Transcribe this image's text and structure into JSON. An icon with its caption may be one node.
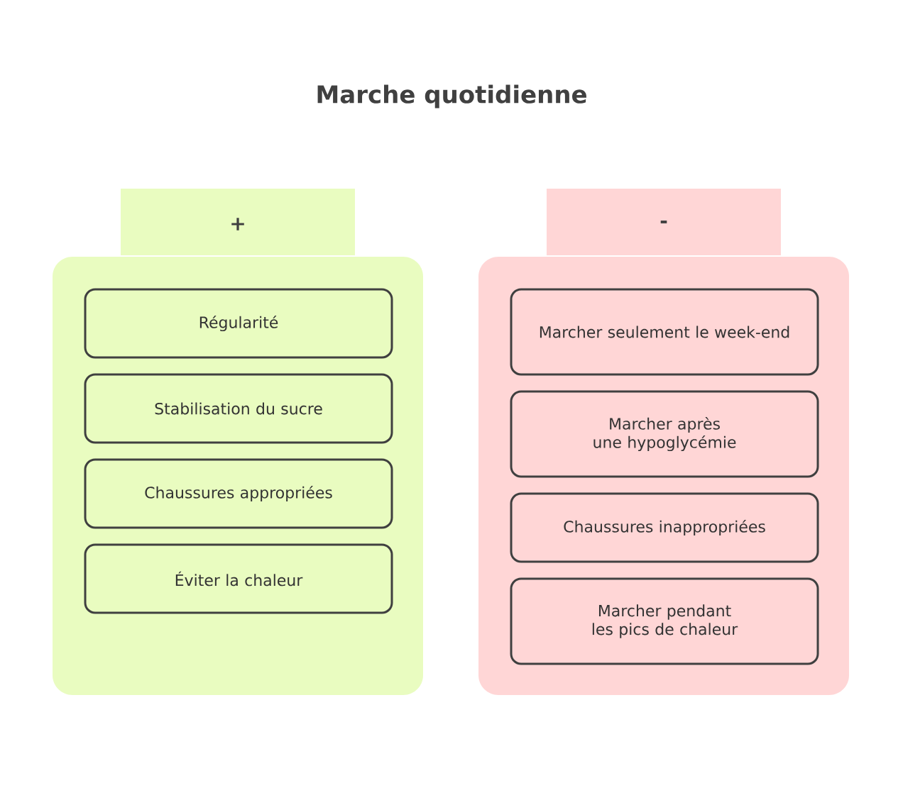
{
  "diagram": {
    "title": "Marche quotidienne",
    "nodes": [
      {
        "text": [
          "+"
        ]
      },
      {
        "text": [
          "Régularité"
        ],
        "in": 0
      },
      {
        "text": [
          "Stabilisation du sucre"
        ],
        "in": 0
      },
      {
        "text": [
          "Chaussures appropriées"
        ],
        "in": 0
      },
      {
        "text": [
          "Éviter la chaleur"
        ],
        "in": 0
      },
      {
        "text": [
          "-"
        ]
      },
      {
        "text": [
          "Marcher seulement le week-end"
        ],
        "in": 5
      },
      {
        "text": [
          "Marcher après une hypoglycémie"
        ],
        "in": 5
      },
      {
        "text": [
          "Chaussures inappropriées"
        ],
        "in": 5
      },
      {
        "text": [
          "Marcher pendant les pics de chaleur"
        ],
        "in": 5
      }
    ]
  }
}
